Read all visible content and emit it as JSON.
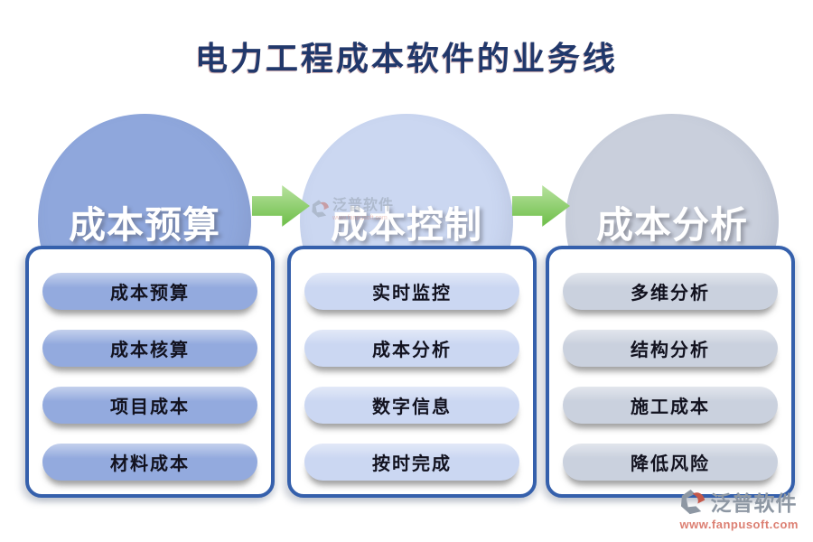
{
  "title": "电力工程成本软件的业务线",
  "columns": [
    {
      "header": "成本预算",
      "items": [
        "成本预算",
        "成本核算",
        "项目成本",
        "材料成本"
      ]
    },
    {
      "header": "成本控制",
      "items": [
        "实时监控",
        "成本分析",
        "数字信息",
        "按时完成"
      ]
    },
    {
      "header": "成本分析",
      "items": [
        "多维分析",
        "结构分析",
        "施工成本",
        "降低风险"
      ]
    }
  ],
  "watermark": {
    "text": "泛普软件",
    "url": "www.fanpusoft.com"
  },
  "logo": {
    "text": "泛普软件",
    "url": "www.fanpusoft.com"
  },
  "colors": {
    "title_color": "#21386B",
    "panel_border": "#3560AC",
    "arrow_light": "#BCE4A4",
    "arrow_dark": "#74C150",
    "col1_circle": "#8FA7DC",
    "col1_pill": "#93AADE",
    "col2_circle": "#CBD7F1",
    "col2_pill": "#CBD7F2",
    "col3_circle": "#C9CFDC",
    "col3_pill": "#CAD1DE",
    "logo_text_color": "#8D97A3",
    "logo_url_color": "#DC7F72"
  }
}
